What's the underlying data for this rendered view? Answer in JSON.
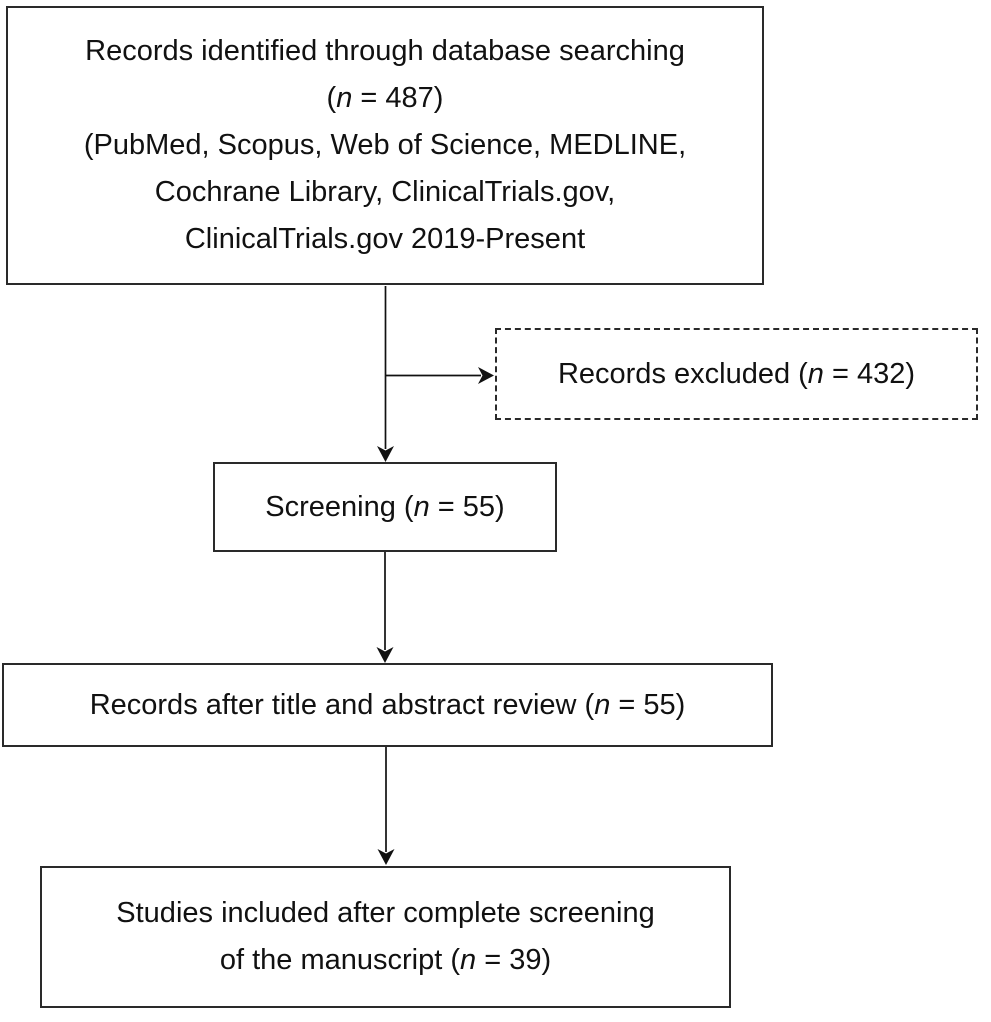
{
  "diagram": {
    "kind": "study-selection-flowchart",
    "colors": {
      "background": "#ffffff",
      "text": "#111111",
      "border": "#2a2a2a",
      "line": "#111111"
    },
    "counts": {
      "identified": 487,
      "excluded": 432,
      "screening": 55,
      "after_title_abstract_review": 55,
      "included": 39
    },
    "boxes": {
      "identified": {
        "style": "solid",
        "lines": [
          [
            {
              "t": "Records identified through database searching"
            }
          ],
          [
            {
              "t": "("
            },
            {
              "t": "n",
              "italic": true
            },
            {
              "t": " = 487)"
            }
          ],
          [
            {
              "t": "(PubMed, Scopus, Web of Science, MEDLINE,"
            }
          ],
          [
            {
              "t": "Cochrane Library, ClinicalTrials.gov,"
            }
          ],
          [
            {
              "t": "ClinicalTrials.gov 2019-Present"
            }
          ]
        ]
      },
      "excluded": {
        "style": "dashed",
        "lines": [
          [
            {
              "t": "Records excluded ("
            },
            {
              "t": "n",
              "italic": true
            },
            {
              "t": " = 432)"
            }
          ]
        ]
      },
      "screening": {
        "style": "solid",
        "lines": [
          [
            {
              "t": "Screening ("
            },
            {
              "t": "n",
              "italic": true
            },
            {
              "t": " = 55)"
            }
          ]
        ]
      },
      "title_abstract_review": {
        "style": "solid",
        "lines": [
          [
            {
              "t": "Records after title and abstract review ("
            },
            {
              "t": "n",
              "italic": true
            },
            {
              "t": " = 55)"
            }
          ]
        ]
      },
      "included": {
        "style": "solid",
        "lines": [
          [
            {
              "t": "Studies included after complete screening"
            }
          ],
          [
            {
              "t": "of the manuscript ("
            },
            {
              "t": "n",
              "italic": true
            },
            {
              "t": " = 39)"
            }
          ]
        ]
      }
    }
  }
}
